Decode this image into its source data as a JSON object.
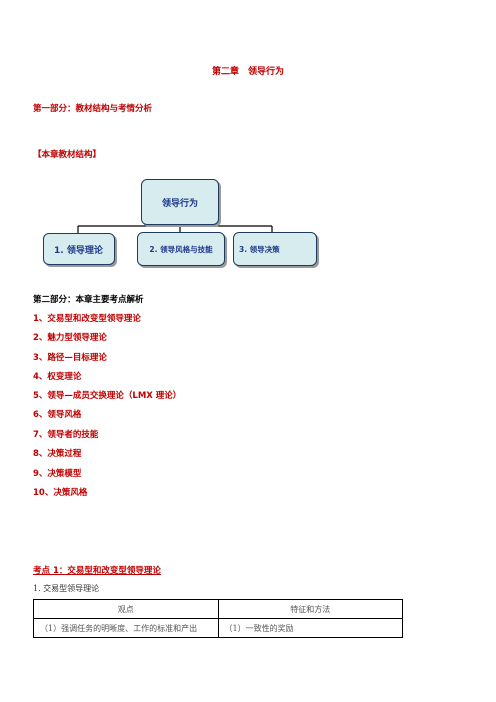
{
  "doc": {
    "title": "第二章　领导行为",
    "part1": "第一部分：教材结构与考情分析",
    "structure_heading": "【本章教材结构】",
    "chart": {
      "root": "领导行为",
      "children": [
        "1. 领导理论",
        "2. 领导风格与技能",
        "3. 领导决策"
      ]
    },
    "part2": "第二部分：本章主要考点解析",
    "points": [
      "1、交易型和改变型领导理论",
      "2、魅力型领导理论",
      "3、路径—目标理论",
      "4、权变理论",
      "5、领导—成员交换理论（LMX 理论）",
      "6、领导风格",
      "7、领导者的技能",
      "8、决策过程",
      "9、决策模型",
      "10、决策风格"
    ],
    "kaodian1": "考点 1：交易型和改变型领导理论",
    "sub1": "1. 交易型领导理论",
    "table": {
      "headers": [
        "观点",
        "特征和方法"
      ],
      "rows": [
        [
          "（1）强调任务的明晰度、工作的标准和产出",
          "（1）一致性的奖励"
        ]
      ]
    }
  }
}
